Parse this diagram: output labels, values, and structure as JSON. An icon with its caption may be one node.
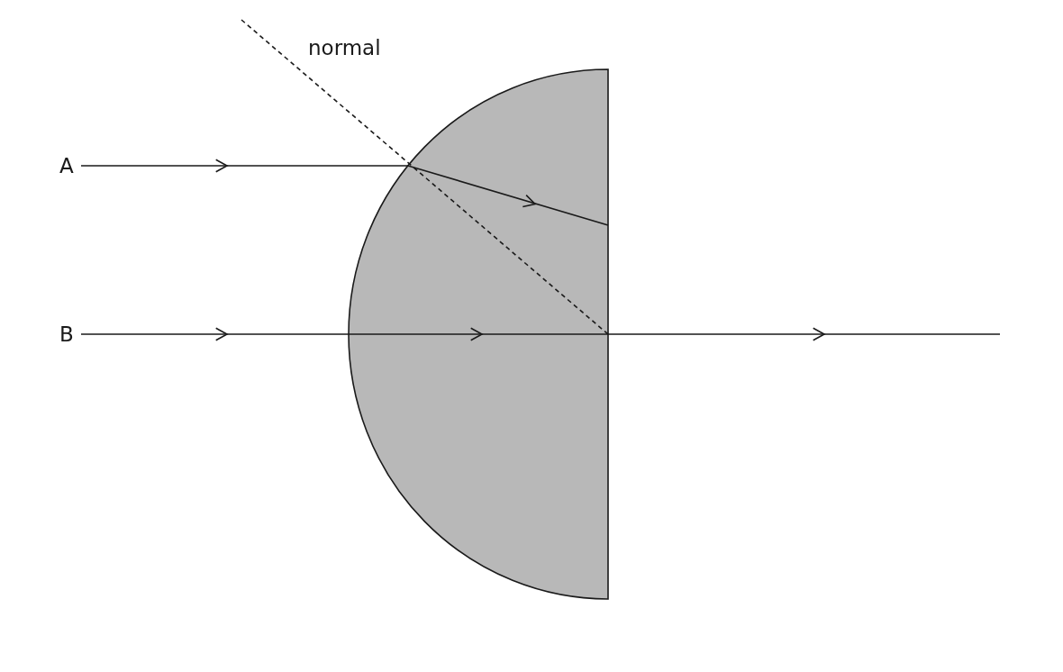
{
  "diagram": {
    "nodes": [
      {
        "text": [],
        "shape": "semicircle"
      }
    ],
    "labels": [
      "normal",
      "A",
      "B"
    ]
  }
}
